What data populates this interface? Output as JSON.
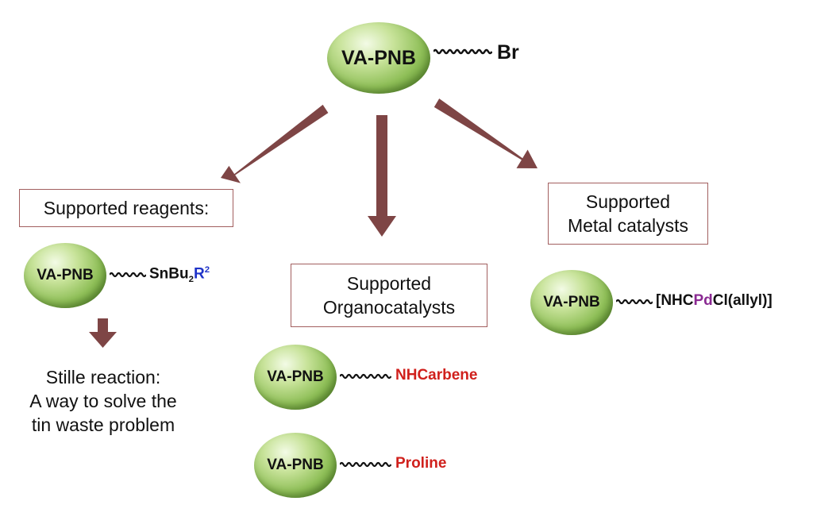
{
  "top": {
    "bead_label": "VA-PNB",
    "group": "Br"
  },
  "reagents": {
    "heading": "Supported reagents:",
    "bead_label": "VA-PNB",
    "group_main": "SnBu",
    "group_sub": "2",
    "group_r": "R",
    "group_sup": "2",
    "note_lines": [
      "Stille reaction:",
      "A way to solve the",
      "tin waste problem"
    ]
  },
  "organo": {
    "heading_lines": [
      "Supported",
      "Organocatalysts"
    ],
    "items": [
      {
        "bead_label": "VA-PNB",
        "group": "NHCarbene"
      },
      {
        "bead_label": "VA-PNB",
        "group": "Proline"
      }
    ]
  },
  "metal": {
    "heading_lines": [
      "Supported",
      "Metal catalysts"
    ],
    "bead_label": "VA-PNB",
    "group_pre": "[NHC",
    "group_pd": "Pd",
    "group_post": "Cl(allyl)]"
  },
  "colors": {
    "arrow": "#7e4545",
    "box_border": "#a25f5f",
    "bead": "#8fbf58",
    "blue": "#1f33c8",
    "red": "#d0201c",
    "purple": "#8a2a92"
  }
}
